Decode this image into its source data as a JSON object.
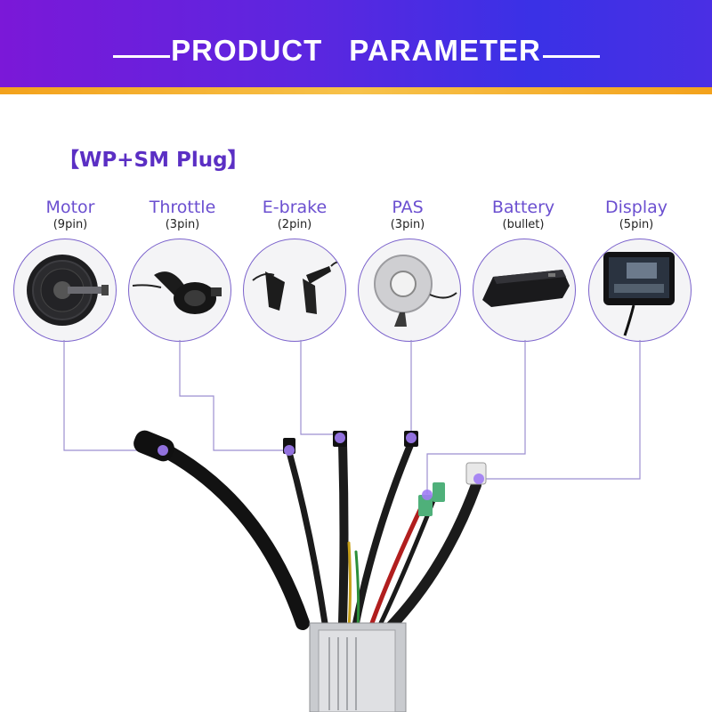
{
  "header": {
    "title_word1": "PRODUCT",
    "title_word2": "PARAMETER"
  },
  "plug_label": "【WP+SM Plug】",
  "devices": [
    {
      "name": "Motor",
      "pins": "(9pin)",
      "icon": "hub-motor-icon"
    },
    {
      "name": "Throttle",
      "pins": "(3pin)",
      "icon": "thumb-throttle-icon"
    },
    {
      "name": "E-brake",
      "pins": "(2pin)",
      "icon": "brake-lever-icon"
    },
    {
      "name": "PAS",
      "pins": "(3pin)",
      "icon": "pas-sensor-icon"
    },
    {
      "name": "Battery",
      "pins": "(bullet)",
      "icon": "battery-pack-icon"
    },
    {
      "name": "Display",
      "pins": "(5pin)",
      "icon": "lcd-display-icon"
    }
  ],
  "colors": {
    "accent": "#6b4fd0",
    "banner_left": "#7b18d8",
    "banner_right": "#3a31e6",
    "strip": "#f3a21c",
    "connector_dot": "#9a6ff0"
  }
}
